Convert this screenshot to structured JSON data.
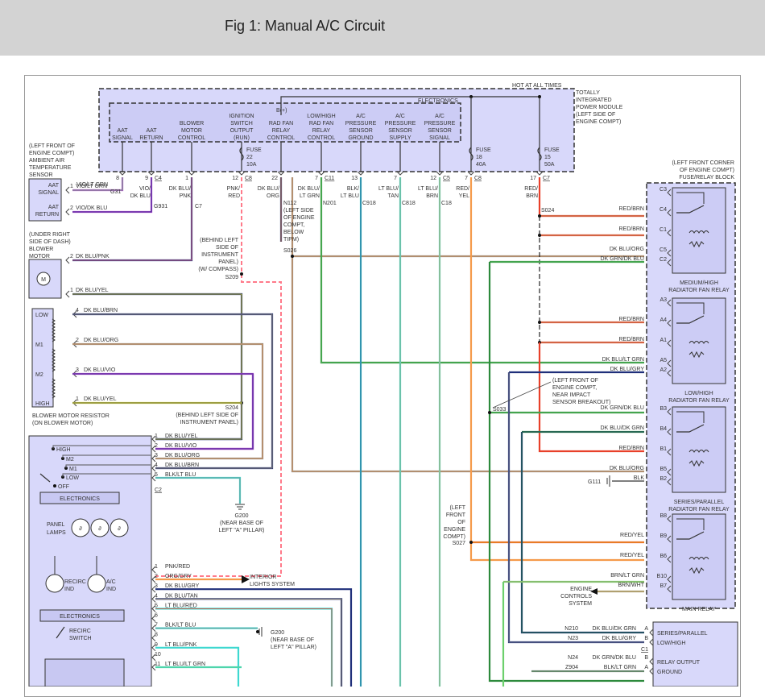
{
  "header": {
    "title": "Fig 1: Manual A/C Circuit"
  },
  "tipm": {
    "hot_label": "HOT AT ALL TIMES",
    "name": [
      "TOTALLY",
      "INTEGRATED",
      "POWER MODULE",
      "(LEFT SIDE OF",
      "ENGINE COMPT)"
    ],
    "electronics_label": "ELECTRONICS",
    "bplus_label": "B(+)",
    "functions": [
      [
        "AAT",
        "SIGNAL"
      ],
      [
        "AAT",
        "RETURN"
      ],
      [
        "BLOWER",
        "MOTOR",
        "CONTROL"
      ],
      [
        "IGNITION",
        "SWITCH",
        "OUTPUT",
        "(RUN)"
      ],
      [
        "RAD FAN",
        "RELAY",
        "CONTROL"
      ],
      [
        "LOW/HIGH",
        "RAD FAN",
        "RELAY",
        "CONTROL"
      ],
      [
        "A/C",
        "PRESSURE",
        "SENSOR",
        "GROUND"
      ],
      [
        "A/C",
        "PRESSURE",
        "SENSOR",
        "SUPPLY"
      ],
      [
        "A/C",
        "PRESSURE",
        "SENSOR",
        "SIGNAL"
      ]
    ],
    "fuses": [
      {
        "label": "FUSE",
        "num": "22",
        "rating": "10A"
      },
      {
        "label": "FUSE",
        "num": "18",
        "rating": "40A"
      },
      {
        "label": "FUSE",
        "num": "15",
        "rating": "50A"
      }
    ],
    "pins": [
      {
        "pin": "8",
        "conn": ""
      },
      {
        "pin": "9",
        "conn": "C4"
      },
      {
        "pin": "1",
        "conn": ""
      },
      {
        "pin": "12",
        "conn": "C8"
      },
      {
        "pin": "22",
        "conn": ""
      },
      {
        "pin": "7",
        "conn": "C11"
      },
      {
        "pin": "13",
        "conn": ""
      },
      {
        "pin": "7",
        "conn": ""
      },
      {
        "pin": "12",
        "conn": "C5"
      },
      {
        "pin": "7",
        "conn": "C8"
      },
      {
        "pin": "17",
        "conn": "C7"
      }
    ]
  },
  "wires_top": [
    [
      "VIO/LT GRN"
    ],
    [
      "VIO/",
      "DK BLU"
    ],
    [
      "DK BLU/",
      "PNK"
    ],
    [
      "PNK/",
      "RED"
    ],
    [
      "DK BLU/",
      "ORG"
    ],
    [
      "DK BLU/",
      "LT GRN"
    ],
    [
      "BLK/",
      "LT BLU"
    ],
    [
      "LT BLU/",
      "TAN"
    ],
    [
      "LT BLU/",
      "BRN"
    ],
    [
      "RED/",
      "YEL"
    ],
    [
      "RED/",
      "BRN"
    ]
  ],
  "circuit_ids": [
    "G31",
    "G931",
    "C7",
    "N112",
    "N201",
    "C918",
    "C818",
    "C18"
  ],
  "splices": {
    "s026_note": [
      "(LEFT SIDE",
      "OF ENGINE",
      "COMPT,",
      "BELOW",
      "TIPM)"
    ],
    "s026": "S026",
    "s209_note": [
      "(BEHIND LEFT",
      "SIDE OF",
      "INSTRUMENT",
      "PANEL)",
      "(W/ COMPASS)"
    ],
    "s209": "S209",
    "s204": "S204",
    "s204_note": [
      "(BEHIND LEFT SIDE OF",
      "INSTRUMENT PANEL)"
    ],
    "s024": "S024",
    "s033": "S033",
    "s033_note": [
      "(LEFT FRONT OF",
      "ENGINE COMPT,",
      "NEAR IMPACT",
      "SENSOR BREAKOUT)"
    ],
    "s027": "S027",
    "s027_note": [
      "(LEFT",
      "FRONT",
      "OF",
      "ENGINE",
      "COMPT)"
    ]
  },
  "aat_sensor": {
    "location": [
      "(LEFT FRONT OF",
      "ENGINE COMPT)",
      "AMBIENT AIR",
      "TEMPERATURE",
      "SENSOR"
    ],
    "pins": [
      {
        "pin": "1",
        "label": [
          "AAT",
          "SIGNAL"
        ],
        "wire": "VIO/LT GRN"
      },
      {
        "pin": "2",
        "label": [
          "AAT",
          "RETURN"
        ],
        "wire": "VIO/DK BLU"
      }
    ]
  },
  "blower_motor": {
    "location": [
      "(UNDER RIGHT",
      "SIDE OF DASH)",
      "BLOWER",
      "MOTOR"
    ],
    "symbol": "M",
    "pins": [
      {
        "pin": "2",
        "wire": "DK BLU/PNK"
      },
      {
        "pin": "1",
        "wire": "DK BLU/YEL"
      }
    ]
  },
  "blower_resistor": {
    "name": [
      "BLOWER MOTOR RESISTOR",
      "(ON BLOWER MOTOR)"
    ],
    "taps": [
      {
        "label": "LOW",
        "pin": "4",
        "wire": "DK BLU/BRN"
      },
      {
        "label": "M1",
        "pin": "2",
        "wire": "DK BLU/ORG"
      },
      {
        "label": "M2",
        "pin": "3",
        "wire": "DK BLU/VIO"
      },
      {
        "label": "HIGH",
        "pin": "1",
        "wire": "DK BLU/YEL"
      }
    ]
  },
  "control": {
    "switch_positions": [
      "HIGH",
      "M2",
      "M1",
      "LOW",
      "OFF"
    ],
    "electronics_label": "ELECTRONICS",
    "panel_lamps": [
      "PANEL",
      "LAMPS"
    ],
    "recirc_ind": [
      "RECIRC",
      "IND"
    ],
    "ac_ind": [
      "A/C",
      "IND"
    ],
    "recirc_switch": [
      "RECIRC",
      "SWITCH"
    ],
    "c2_label": "C2",
    "c2_pins": [
      {
        "pin": "1",
        "wire": "DK BLU/YEL"
      },
      {
        "pin": "2",
        "wire": "DK BLU/VIO"
      },
      {
        "pin": "3",
        "wire": "DK BLU/ORG"
      },
      {
        "pin": "4",
        "wire": "DK BLU/BRN"
      },
      {
        "pin": "5",
        "wire": "BLK/LT BLU"
      }
    ],
    "c1_pins": [
      {
        "pin": "1",
        "wire": "PNK/RED"
      },
      {
        "pin": "2",
        "wire": "ORG/GRY"
      },
      {
        "pin": "3",
        "wire": "DK BLU/GRY"
      },
      {
        "pin": "4",
        "wire": "DK BLU/TAN"
      },
      {
        "pin": "5",
        "wire": "LT BLU/RED"
      },
      {
        "pin": "6",
        "wire": ""
      },
      {
        "pin": "7",
        "wire": "BLK/LT BLU"
      },
      {
        "pin": "8",
        "wire": ""
      },
      {
        "pin": "9",
        "wire": "LT BLU/PNK"
      },
      {
        "pin": "10",
        "wire": ""
      },
      {
        "pin": "11",
        "wire": "LT BLU/LT GRN"
      }
    ]
  },
  "grounds": {
    "g200_a": {
      "id": "G200",
      "note": [
        "(NEAR BASE OF",
        "LEFT \"A\" PILLAR)"
      ]
    },
    "g200_b": {
      "id": "G200",
      "note": [
        "(NEAR BASE OF",
        "LEFT \"A\" PILLAR)"
      ]
    },
    "g111": {
      "id": "G111"
    }
  },
  "interior_lights": [
    "INTERIOR",
    "LIGHTS SYSTEM"
  ],
  "engine_controls": [
    "ENGINE",
    "CONTROLS",
    "SYSTEM"
  ],
  "fuse_relay_block": {
    "location": [
      "(LEFT FRONT CORNER",
      "OF ENGINE COMPT)",
      "FUSE/RELAY BLOCK"
    ],
    "relays": [
      {
        "name": [
          "MEDIUM/HIGH",
          "RADIATOR FAN RELAY"
        ],
        "pins": [
          {
            "pin": "C3",
            "wire": ""
          },
          {
            "pin": "C4",
            "wire": "RED/BRN"
          },
          {
            "pin": "C1",
            "wire": "RED/BRN"
          },
          {
            "pin": "C5",
            "wire": "DK BLU/ORG"
          },
          {
            "pin": "C2",
            "wire": "DK GRN/DK BLU"
          }
        ]
      },
      {
        "name": [
          "LOW/HIGH",
          "RADIATOR FAN RELAY"
        ],
        "pins": [
          {
            "pin": "A3",
            "wire": ""
          },
          {
            "pin": "A4",
            "wire": "RED/BRN"
          },
          {
            "pin": "A1",
            "wire": "RED/BRN"
          },
          {
            "pin": "A5",
            "wire": "DK BLU/LT GRN"
          },
          {
            "pin": "A2",
            "wire": "DK BLU/GRY"
          }
        ]
      },
      {
        "name": [
          "SERIES/PARALLEL",
          "RADIATOR FAN RELAY"
        ],
        "pins": [
          {
            "pin": "B3",
            "wire": "DK GRN/DK BLU"
          },
          {
            "pin": "B4",
            "wire": "DK BLU/DK GRN"
          },
          {
            "pin": "B1",
            "wire": "RED/BRN"
          },
          {
            "pin": "B5",
            "wire": "DK BLU/ORG"
          },
          {
            "pin": "B2",
            "wire": "BLK"
          }
        ]
      },
      {
        "name": [
          "MAIN RELAY"
        ],
        "pins": [
          {
            "pin": "B8",
            "wire": ""
          },
          {
            "pin": "B9",
            "wire": "RED/YEL"
          },
          {
            "pin": "B6",
            "wire": "RED/YEL"
          },
          {
            "pin": "B10",
            "wire": "BRN/LT GRN"
          },
          {
            "pin": "B7",
            "wire": "BRN/WHT"
          }
        ]
      }
    ]
  },
  "fan_module": {
    "conn": "C1",
    "pins": [
      {
        "circuit": "N210",
        "wire": "DK BLU/DK GRN",
        "pin": "A",
        "label": "SERIES/PARALLEL"
      },
      {
        "circuit": "N23",
        "wire": "DK BLU/GRY",
        "pin": "B",
        "label": "LOW/HIGH"
      },
      {
        "circuit": "N24",
        "wire": "DK GRN/DK BLU",
        "pin": "B",
        "label": "RELAY OUTPUT"
      },
      {
        "circuit": "Z904",
        "wire": "BLK/LT GRN",
        "pin": "A",
        "label": "GROUND"
      }
    ],
    "ground_id": "G111"
  },
  "colors": {
    "module_fill": "#d8d8fa",
    "header_bg": "#d3d3d3",
    "vio": "#b040d0",
    "pink": "#ff7a8a",
    "red": "#e8402a",
    "orange": "#f59a4a",
    "cyan": "#3ed8d0",
    "dkblu": "#1f2f7a",
    "dkgrn": "#2d8a3c",
    "ltgrn": "#6cd06c",
    "gray": "#888888",
    "yellow": "#e8e020",
    "tan": "#b0a070"
  }
}
